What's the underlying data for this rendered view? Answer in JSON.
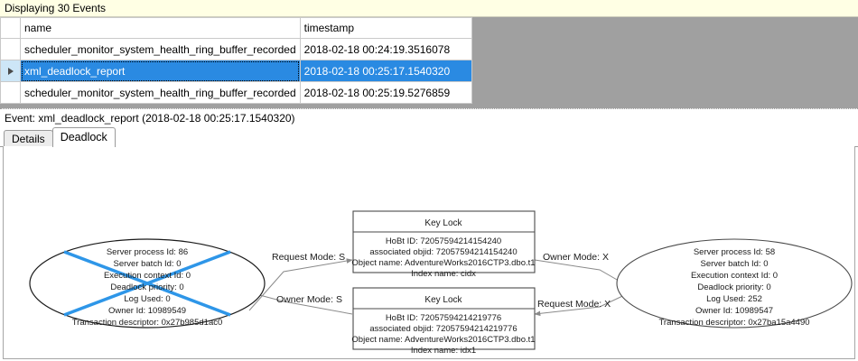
{
  "status_bar": {
    "text": "Displaying 30 Events"
  },
  "grid": {
    "columns": [
      "",
      "name",
      "timestamp"
    ],
    "rows": [
      {
        "selector": "",
        "name": "scheduler_monitor_system_health_ring_buffer_recorded",
        "timestamp": "2018-02-18 00:24:19.3516078",
        "selected": false
      },
      {
        "selector": "row-arrow-icon",
        "name": "xml_deadlock_report",
        "timestamp": "2018-02-18 00:25:17.1540320",
        "selected": true
      },
      {
        "selector": "",
        "name": "scheduler_monitor_system_health_ring_buffer_recorded",
        "timestamp": "2018-02-18 00:25:19.5276859",
        "selected": false
      }
    ]
  },
  "event_header": {
    "text": "Event: xml_deadlock_report (2018-02-18 00:25:17.1540320)"
  },
  "tabs": [
    {
      "label": "Details",
      "active": false
    },
    {
      "label": "Deadlock",
      "active": true
    }
  ],
  "deadlock_graph": {
    "process_left": {
      "title": "process-node-left",
      "victim": true,
      "victim_mark_color": "#2e96e8",
      "lines": [
        "Server process Id: 86",
        "Server batch Id: 0",
        "Execution context Id: 0",
        "Deadlock priority: 0",
        "Log Used: 0",
        "Owner Id: 10989549",
        "Transaction descriptor: 0x27b985d1ac0"
      ]
    },
    "process_right": {
      "title": "process-node-right",
      "victim": false,
      "lines": [
        "Server process Id: 58",
        "Server batch Id: 0",
        "Execution context Id: 0",
        "Deadlock priority: 0",
        "Log Used: 252",
        "Owner Id: 10989547",
        "Transaction descriptor: 0x27ba15a4490"
      ]
    },
    "resource_top": {
      "header": "Key Lock",
      "lines": [
        "HoBt ID: 72057594214154240",
        "associated objid: 72057594214154240",
        "Object name: AdventureWorks2016CTP3.dbo.t1",
        "Index name: cidx"
      ]
    },
    "resource_bottom": {
      "header": "Key Lock",
      "lines": [
        "HoBt ID: 72057594214219776",
        "associated objid: 72057594214219776",
        "Object name: AdventureWorks2016CTP3.dbo.t1",
        "Index name: idx1"
      ]
    },
    "edges": [
      {
        "id": "edge-left-request-top",
        "label": "Request Mode: S"
      },
      {
        "id": "edge-top-owner-right",
        "label": "Owner Mode: X"
      },
      {
        "id": "edge-bottom-owner-left",
        "label": "Owner Mode: S"
      },
      {
        "id": "edge-right-request-bottom",
        "label": "Request Mode: X"
      }
    ]
  },
  "colors": {
    "status_strip": "#ffffe4",
    "selection_blue": "#2a8ae2",
    "selector_blue": "#cde6f7",
    "grid_background": "#a0a0a0",
    "victim_blue": "#2e96e8"
  }
}
